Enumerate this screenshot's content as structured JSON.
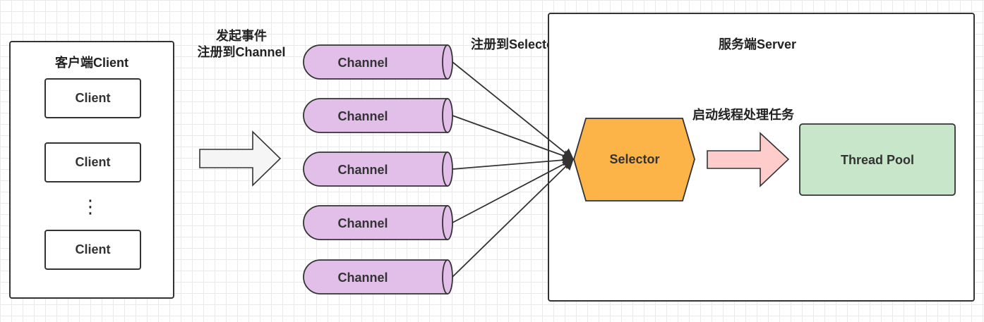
{
  "client_panel": {
    "title": "客户端Client",
    "clients": [
      "Client",
      "Client",
      "Client"
    ],
    "ellipsis": "⋮"
  },
  "event_label": {
    "line1": "发起事件",
    "line2": "注册到Channel"
  },
  "channels": [
    "Channel",
    "Channel",
    "Channel",
    "Channel",
    "Channel"
  ],
  "register_label": "注册到Selector上",
  "server_panel": {
    "title": "服务端Server",
    "selector": "Selector",
    "dispatch_label": "启动线程处理任务",
    "thread_pool": "Thread Pool"
  },
  "colors": {
    "channel_fill": "#e1bfe9",
    "selector_fill": "#fcb347",
    "thread_pool_fill": "#c8e6c9",
    "dispatch_arrow_fill": "#ffcccc",
    "event_arrow_fill": "#f5f5f5",
    "stroke": "#333333"
  }
}
